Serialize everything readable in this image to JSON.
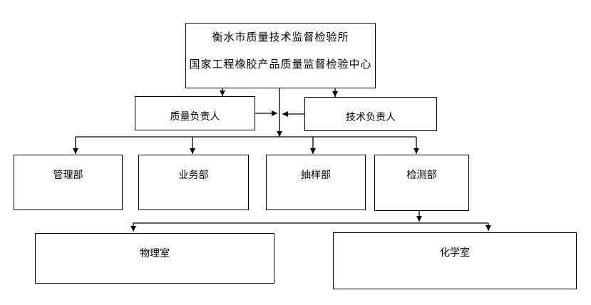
{
  "page": {
    "background": "#ffffff"
  },
  "org": {
    "root": {
      "line1": "衡水市质量技术监督检验所",
      "line2": "国家工程橡胶产品质量监督检验中心"
    },
    "managers": [
      {
        "id": "quality-manager",
        "label": "质量负责人"
      },
      {
        "id": "technical-manager",
        "label": "技术负责人"
      }
    ],
    "departments": [
      {
        "id": "management-dept",
        "label": "管理部"
      },
      {
        "id": "business-dept",
        "label": "业务部"
      },
      {
        "id": "sampling-dept",
        "label": "抽样部"
      },
      {
        "id": "testing-dept",
        "label": "检测部"
      }
    ],
    "labs": [
      {
        "id": "physics-lab",
        "label": "物理室"
      },
      {
        "id": "chemistry-lab",
        "label": "化学室"
      }
    ],
    "colors": {
      "line": "#000000",
      "text": "#000000",
      "box_background": "#ffffff"
    }
  }
}
